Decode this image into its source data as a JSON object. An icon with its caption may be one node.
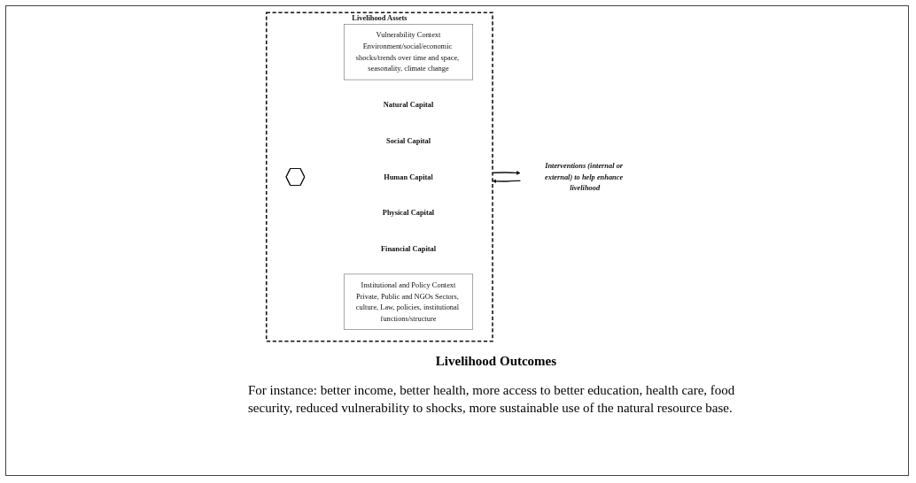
{
  "diagram": {
    "nodes": [
      {
        "text": [
          "Livelihood Assets"
        ]
      },
      {
        "text": [
          "Vulnerability Context",
          "Environment/social/economic shocks/trends over time and space, seasonality, climate change"
        ],
        "in": 0
      },
      {
        "text": [],
        "shape": "pentagon",
        "in": 0,
        "beside": [
          "Natural Capital",
          "Social Capital",
          "Human Capital",
          "Physical Capital",
          "Financial Capital"
        ]
      },
      {
        "text": [
          "Institutional and Policy Context",
          "Private, Public and NGOs Sectors, culture, Law, policies, institutional functions/structure"
        ],
        "in": 0
      },
      {
        "text": [
          "Interventions (internal or external) to help enhance livelihood"
        ]
      }
    ],
    "edges": [
      {
        "from": 0,
        "to": 4,
        "arrow": "to"
      },
      {
        "from": 4,
        "to": 0,
        "arrow": "to"
      }
    ],
    "labels": [
      "Livelihood Outcomes",
      "For instance: better income, better health, more access to better education, health care, food security, reduced vulnerability to shocks, more sustainable use of the natural resource base."
    ]
  }
}
